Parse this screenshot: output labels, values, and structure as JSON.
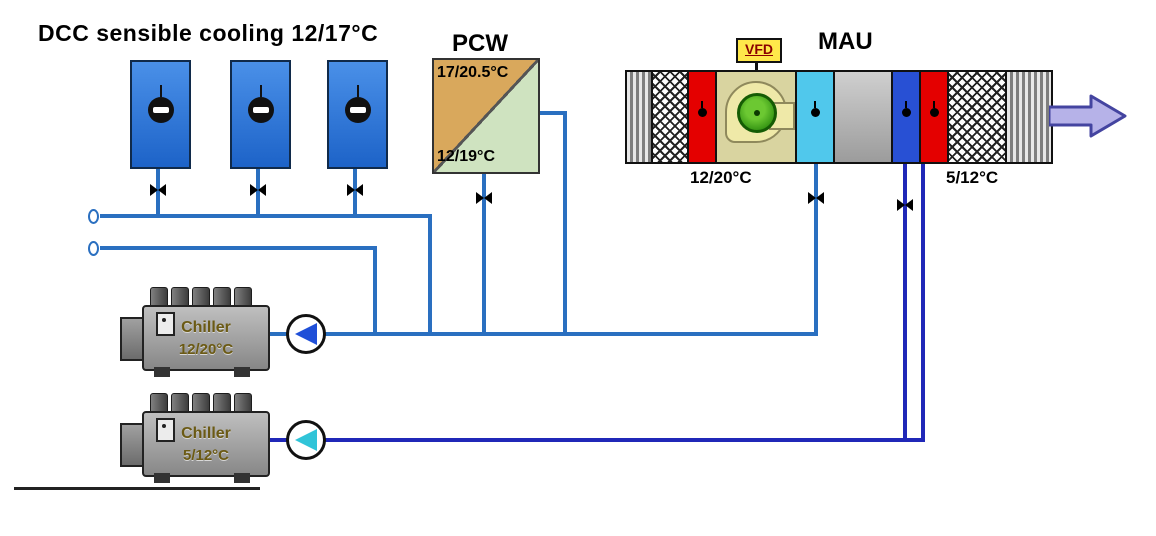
{
  "title_dcc": "DCC sensible cooling 12/17°C",
  "pcw": {
    "label": "PCW",
    "temp_top": "17/20.5°C",
    "temp_bottom": "12/19°C"
  },
  "mau": {
    "label": "MAU",
    "vfd": "VFD",
    "temp_supply": "12/20°C",
    "temp_outlet": "5/12°C"
  },
  "chillers": [
    {
      "name": "Chiller",
      "temp": "12/20°C"
    },
    {
      "name": "Chiller",
      "temp": "5/12°C"
    }
  ],
  "icons": {
    "fan": "fan-icon",
    "pump": "pump-icon",
    "valve": "valve-icon",
    "damper": "damper-icon",
    "airflow": "airflow-arrow-icon"
  },
  "colors": {
    "pipe_chilled_water_1": "#2a6fc0",
    "pipe_chilled_water_2": "#2028b8",
    "coil_blue": "#2d7de0",
    "mau_coil_cyan": "#50c8ec",
    "mau_coil_blue": "#2850d4",
    "mau_coil_red": "#e40000",
    "fan_green": "#3fa818",
    "vfd_yellow": "#ffe84a",
    "pcw_warm_side": "#d9a85c",
    "pcw_cool_side": "#cfe3c0"
  }
}
